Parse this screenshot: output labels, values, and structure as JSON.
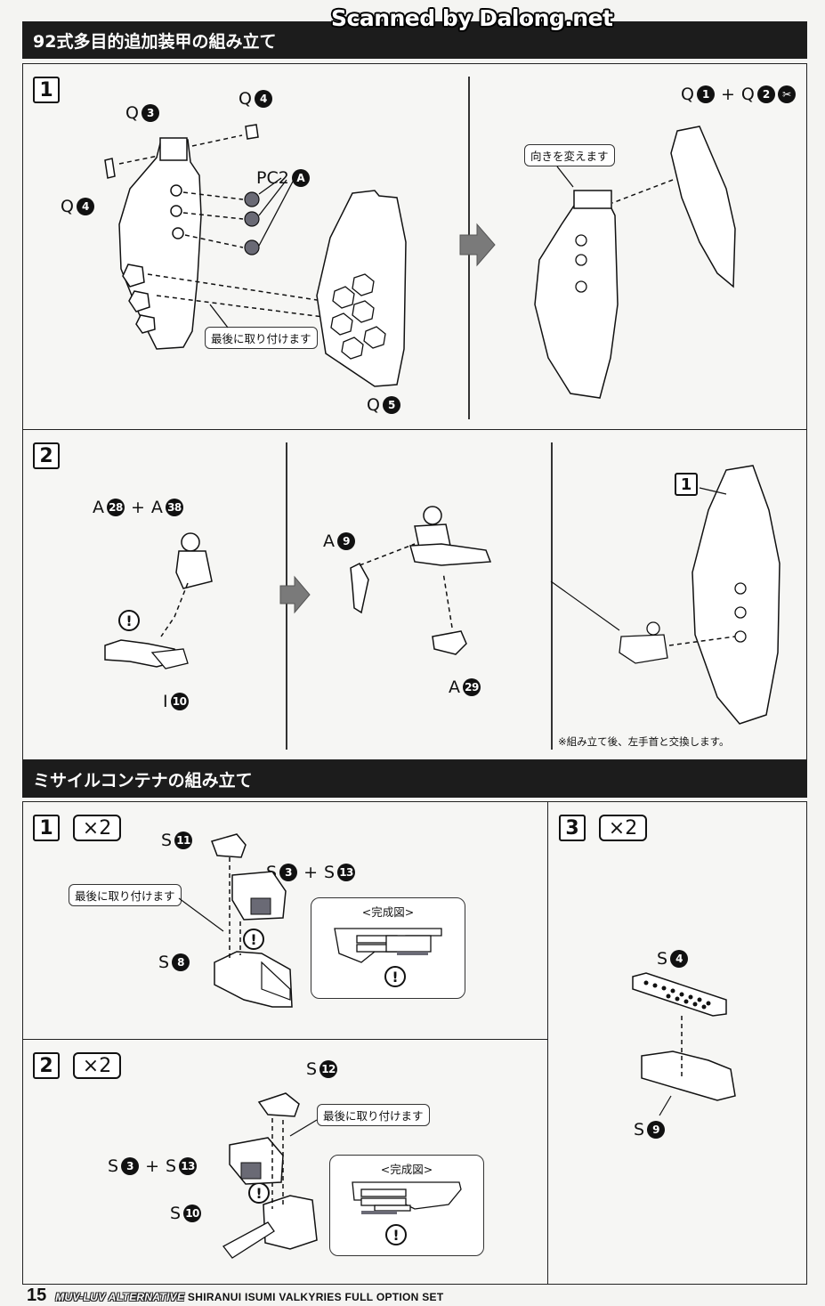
{
  "watermark": "Scanned by Dalong.net",
  "section1": {
    "title": "92式多目的追加装甲の組み立て",
    "step1": {
      "number": "1",
      "labels": {
        "q3": {
          "letter": "Q",
          "num": "3"
        },
        "q4_top": {
          "letter": "Q",
          "num": "4"
        },
        "q4_left": {
          "letter": "Q",
          "num": "4"
        },
        "pc2a": {
          "letter": "PC2",
          "num": "A"
        },
        "q5": {
          "letter": "Q",
          "num": "5"
        },
        "q1": {
          "letter": "Q",
          "num": "1"
        },
        "q2": {
          "letter": "Q",
          "num": "2"
        }
      },
      "note_attach_last": "最後に取り付けます",
      "note_change_direction": "向きを変えます",
      "plus": "+"
    },
    "step2": {
      "number": "2",
      "labels": {
        "a28": {
          "letter": "A",
          "num": "28"
        },
        "a38": {
          "letter": "A",
          "num": "38"
        },
        "i10": {
          "letter": "I",
          "num": "10"
        },
        "a9": {
          "letter": "A",
          "num": "9"
        },
        "a29": {
          "letter": "A",
          "num": "29"
        }
      },
      "ref_step": "1",
      "warning": "!",
      "footnote": "※組み立て後、左手首と交換します。"
    }
  },
  "section2": {
    "title": "ミサイルコンテナの組み立て",
    "step1": {
      "number": "1",
      "multiplier": "×2",
      "labels": {
        "s11": {
          "letter": "S",
          "num": "11"
        },
        "s3": {
          "letter": "S",
          "num": "3"
        },
        "s13": {
          "letter": "S",
          "num": "13"
        },
        "s8": {
          "letter": "S",
          "num": "8"
        }
      },
      "note_attach_last": "最後に取り付けます",
      "completed_title": "<完成図>",
      "warning": "!"
    },
    "step2": {
      "number": "2",
      "multiplier": "×2",
      "labels": {
        "s12": {
          "letter": "S",
          "num": "12"
        },
        "s3": {
          "letter": "S",
          "num": "3"
        },
        "s13": {
          "letter": "S",
          "num": "13"
        },
        "s10": {
          "letter": "S",
          "num": "10"
        }
      },
      "note_attach_last": "最後に取り付けます",
      "completed_title": "<完成図>",
      "warning": "!"
    },
    "step3": {
      "number": "3",
      "multiplier": "×2",
      "labels": {
        "s4": {
          "letter": "S",
          "num": "4"
        },
        "s9": {
          "letter": "S",
          "num": "9"
        }
      }
    }
  },
  "footer": {
    "page_number": "15",
    "series": "MUV-LUV ALTERNATIVE",
    "product": "SHIRANUI ISUMI VALKYRIES FULL OPTION SET"
  },
  "colors": {
    "header_bg": "#1c1c1c",
    "shading": "#6a6a75",
    "arrow_gray": "#7a7a7a"
  }
}
